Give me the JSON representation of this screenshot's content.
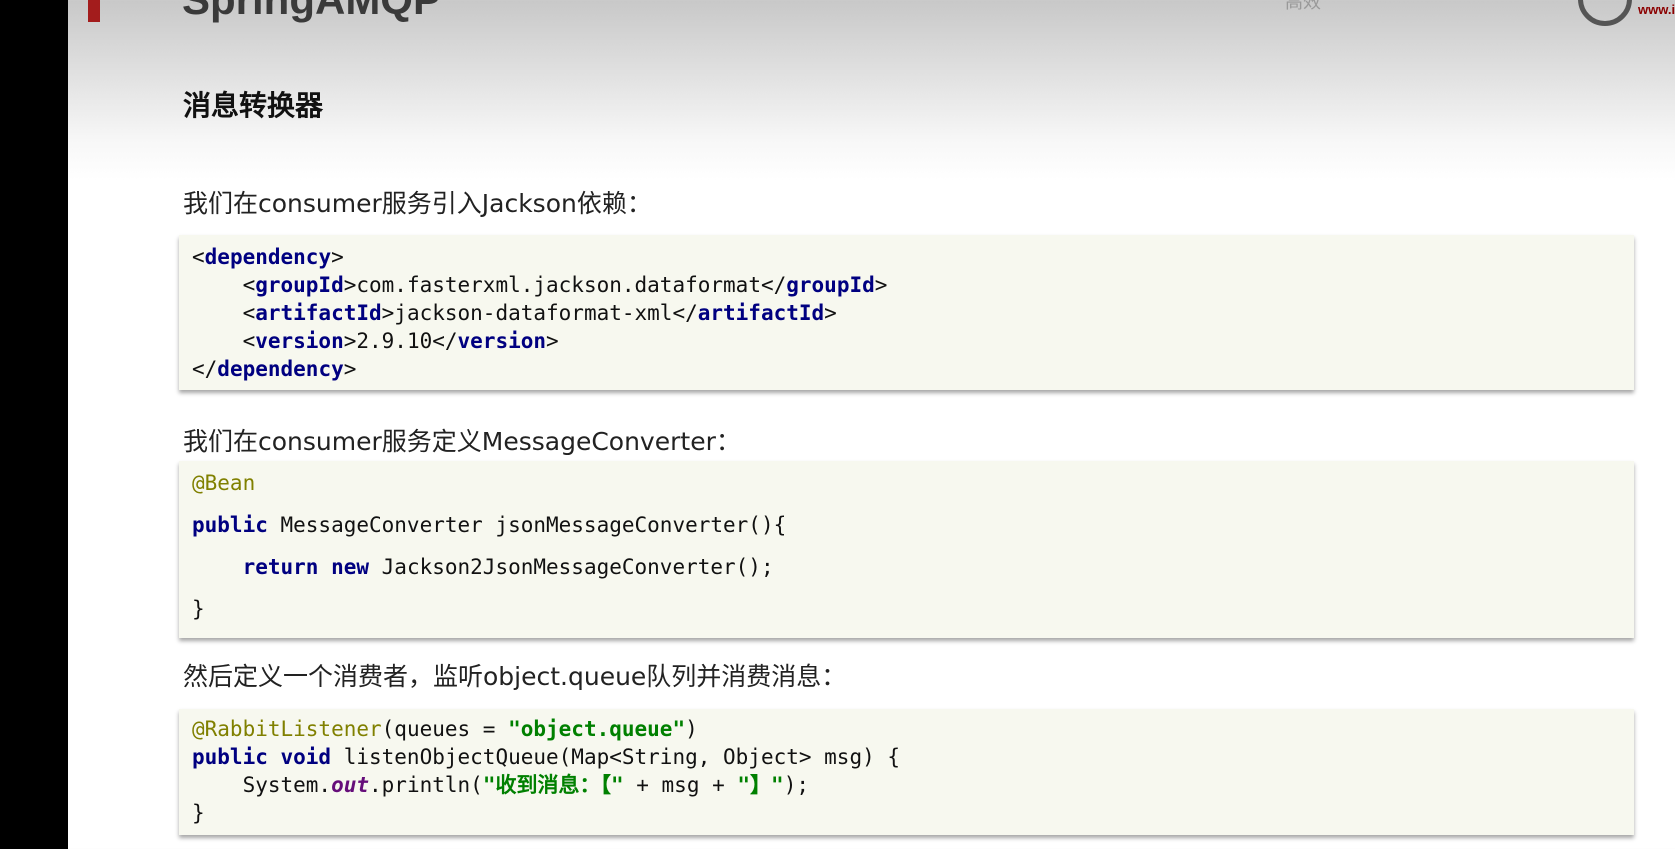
{
  "header": {
    "title": "SpringAMQP",
    "watermark": "高效",
    "logo_text": "www.it"
  },
  "section_title": "消息转换器",
  "paragraphs": [
    "我们在consumer服务引入Jackson依赖：",
    "我们在consumer服务定义MessageConverter：",
    "然后定义一个消费者，监听object.queue队列并消费消息："
  ],
  "code_blocks": [
    {
      "lines": [
        [
          "<",
          "dependency",
          ">"
        ],
        [
          "    <",
          "groupId",
          ">com.fasterxml.jackson.dataformat</",
          "groupId",
          ">"
        ],
        [
          "    <",
          "artifactId",
          ">jackson-dataformat-xml</",
          "artifactId",
          ">"
        ],
        [
          "    <",
          "version",
          ">2.9.10</",
          "version",
          ">"
        ],
        [
          "</",
          "dependency",
          ">"
        ]
      ]
    },
    {
      "lines": [
        {
          "ann": "@Bean"
        },
        {
          "kw": "public",
          "rest": " MessageConverter jsonMessageConverter(){"
        },
        {
          "indent": "    ",
          "kw": "return new",
          "rest": " Jackson2JsonMessageConverter();"
        },
        {
          "rest": "}"
        }
      ]
    },
    {
      "ann": "@RabbitListener",
      "ann_rest": "(queues = ",
      "ann_str": "\"object.queue\"",
      "ann_end": ")",
      "sig_kw": "public void",
      "sig_rest": " listenObjectQueue(Map<String, Object> msg) {",
      "body_pre": "    System.",
      "body_field": "out",
      "body_mid": ".println(",
      "body_str1": "\"收到消息：【\"",
      "body_plus1": " + msg + ",
      "body_str2": "\"】\"",
      "body_end": ");",
      "close": "}"
    }
  ]
}
